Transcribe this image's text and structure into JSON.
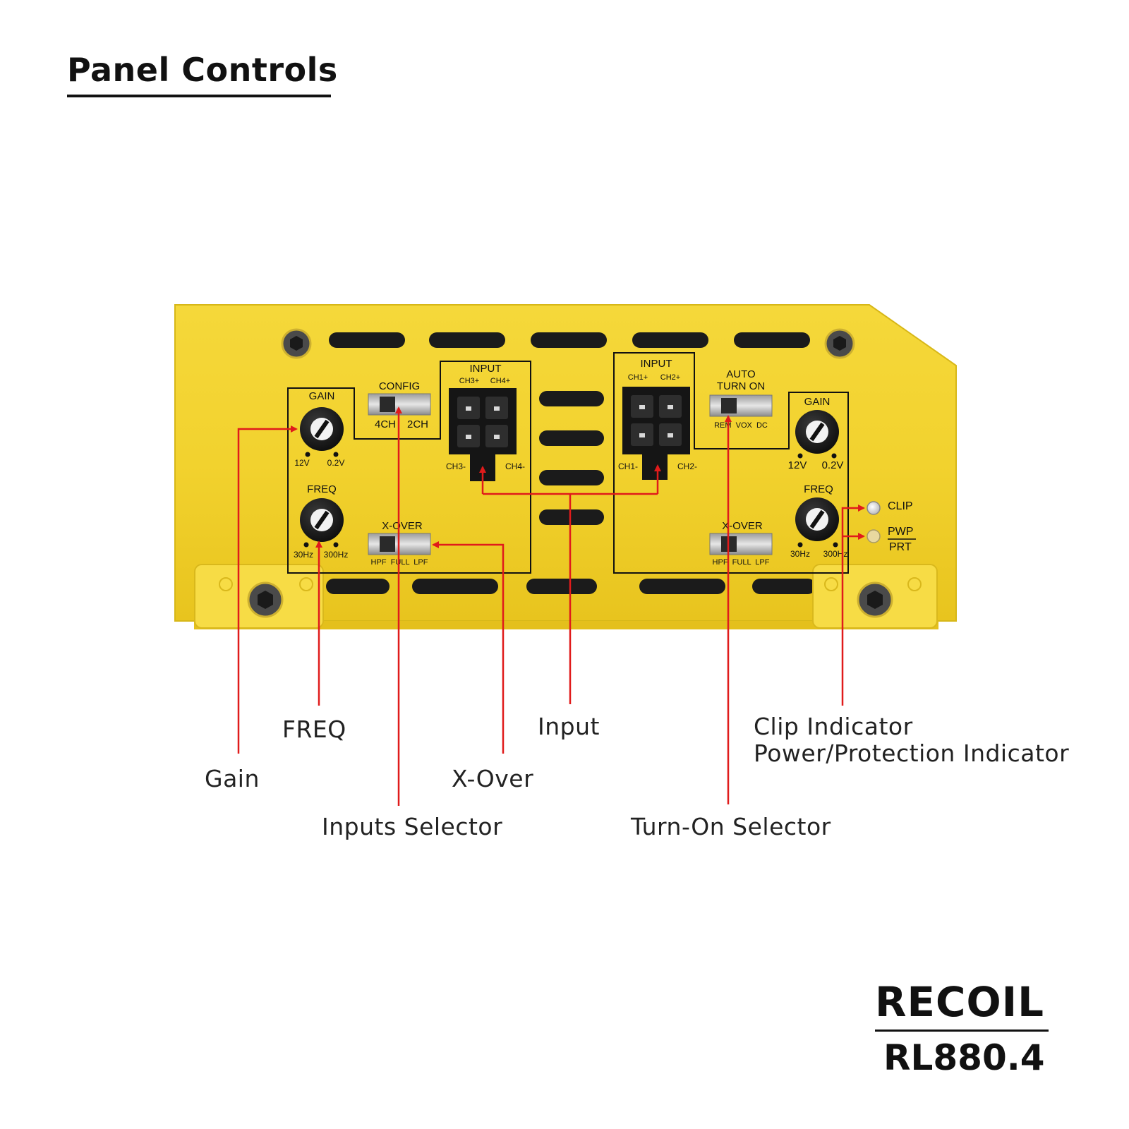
{
  "title": "Panel Controls",
  "brand": "RECOIL",
  "model": "RL880.4",
  "colors": {
    "panel": "#f2d22e",
    "arrow": "#e01b1b",
    "text": "#222222"
  },
  "panel": {
    "left_section": {
      "gain_label": "GAIN",
      "gain_min": "12V",
      "gain_max": "0.2V",
      "freq_label": "FREQ",
      "freq_min": "30Hz",
      "freq_max": "300Hz",
      "config_label": "CONFIG",
      "config_opt1": "4CH",
      "config_opt2": "2CH",
      "xover_label": "X-OVER",
      "xover_opts": "HPF  FULL  LPF",
      "input_label": "INPUT",
      "input_top_left": "CH3+",
      "input_top_right": "CH4+",
      "input_bottom_left": "CH3-",
      "input_bottom_right": "CH4-"
    },
    "right_section": {
      "input_label": "INPUT",
      "input_top_left": "CH1+",
      "input_top_right": "CH2+",
      "input_bottom_left": "CH1-",
      "input_bottom_right": "CH2-",
      "auto_label_1": "AUTO",
      "auto_label_2": "TURN ON",
      "auto_opts": "REM  VOX  DC",
      "gain_label": "GAIN",
      "gain_min": "12V",
      "gain_max": "0.2V",
      "freq_label": "FREQ",
      "freq_min": "30Hz",
      "freq_max": "300Hz",
      "xover_label": "X-OVER",
      "xover_opts": "HPF  FULL  LPF",
      "clip_label": "CLIP",
      "pwp_label": "PWP",
      "prt_label": "PRT"
    }
  },
  "callouts": {
    "gain": "Gain",
    "freq": "FREQ",
    "inputs_selector": "Inputs Selector",
    "xover": "X-Over",
    "input": "Input",
    "turn_on_selector": "Turn-On Selector",
    "clip_indicator": "Clip Indicator",
    "power_protection": "Power/Protection Indicator"
  }
}
